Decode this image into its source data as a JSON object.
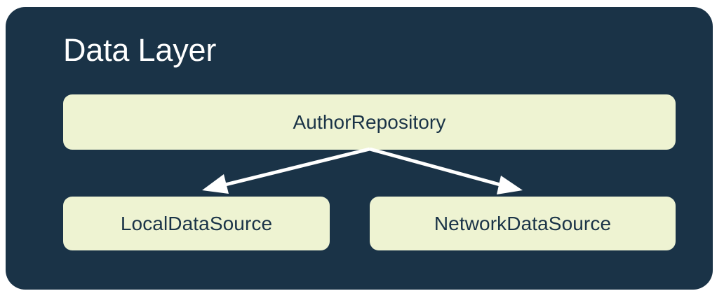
{
  "diagram": {
    "title": "Data Layer",
    "type": "layered-architecture-diagram",
    "colors": {
      "container_background": "#1A3347",
      "card_background": "#EEF3D2",
      "title_text": "#FFFFFF",
      "card_text": "#1A3347",
      "arrow": "#FFFFFF",
      "page_background": "#FFFFFF"
    },
    "nodes": [
      {
        "id": "author-repository",
        "label": "AuthorRepository",
        "row": "top"
      },
      {
        "id": "local-data-source",
        "label": "LocalDataSource",
        "row": "bottom"
      },
      {
        "id": "network-data-source",
        "label": "NetworkDataSource",
        "row": "bottom"
      }
    ],
    "edges": [
      {
        "from": "author-repository",
        "to": "local-data-source",
        "style": "solid-arrow"
      },
      {
        "from": "author-repository",
        "to": "network-data-source",
        "style": "solid-arrow"
      }
    ]
  }
}
